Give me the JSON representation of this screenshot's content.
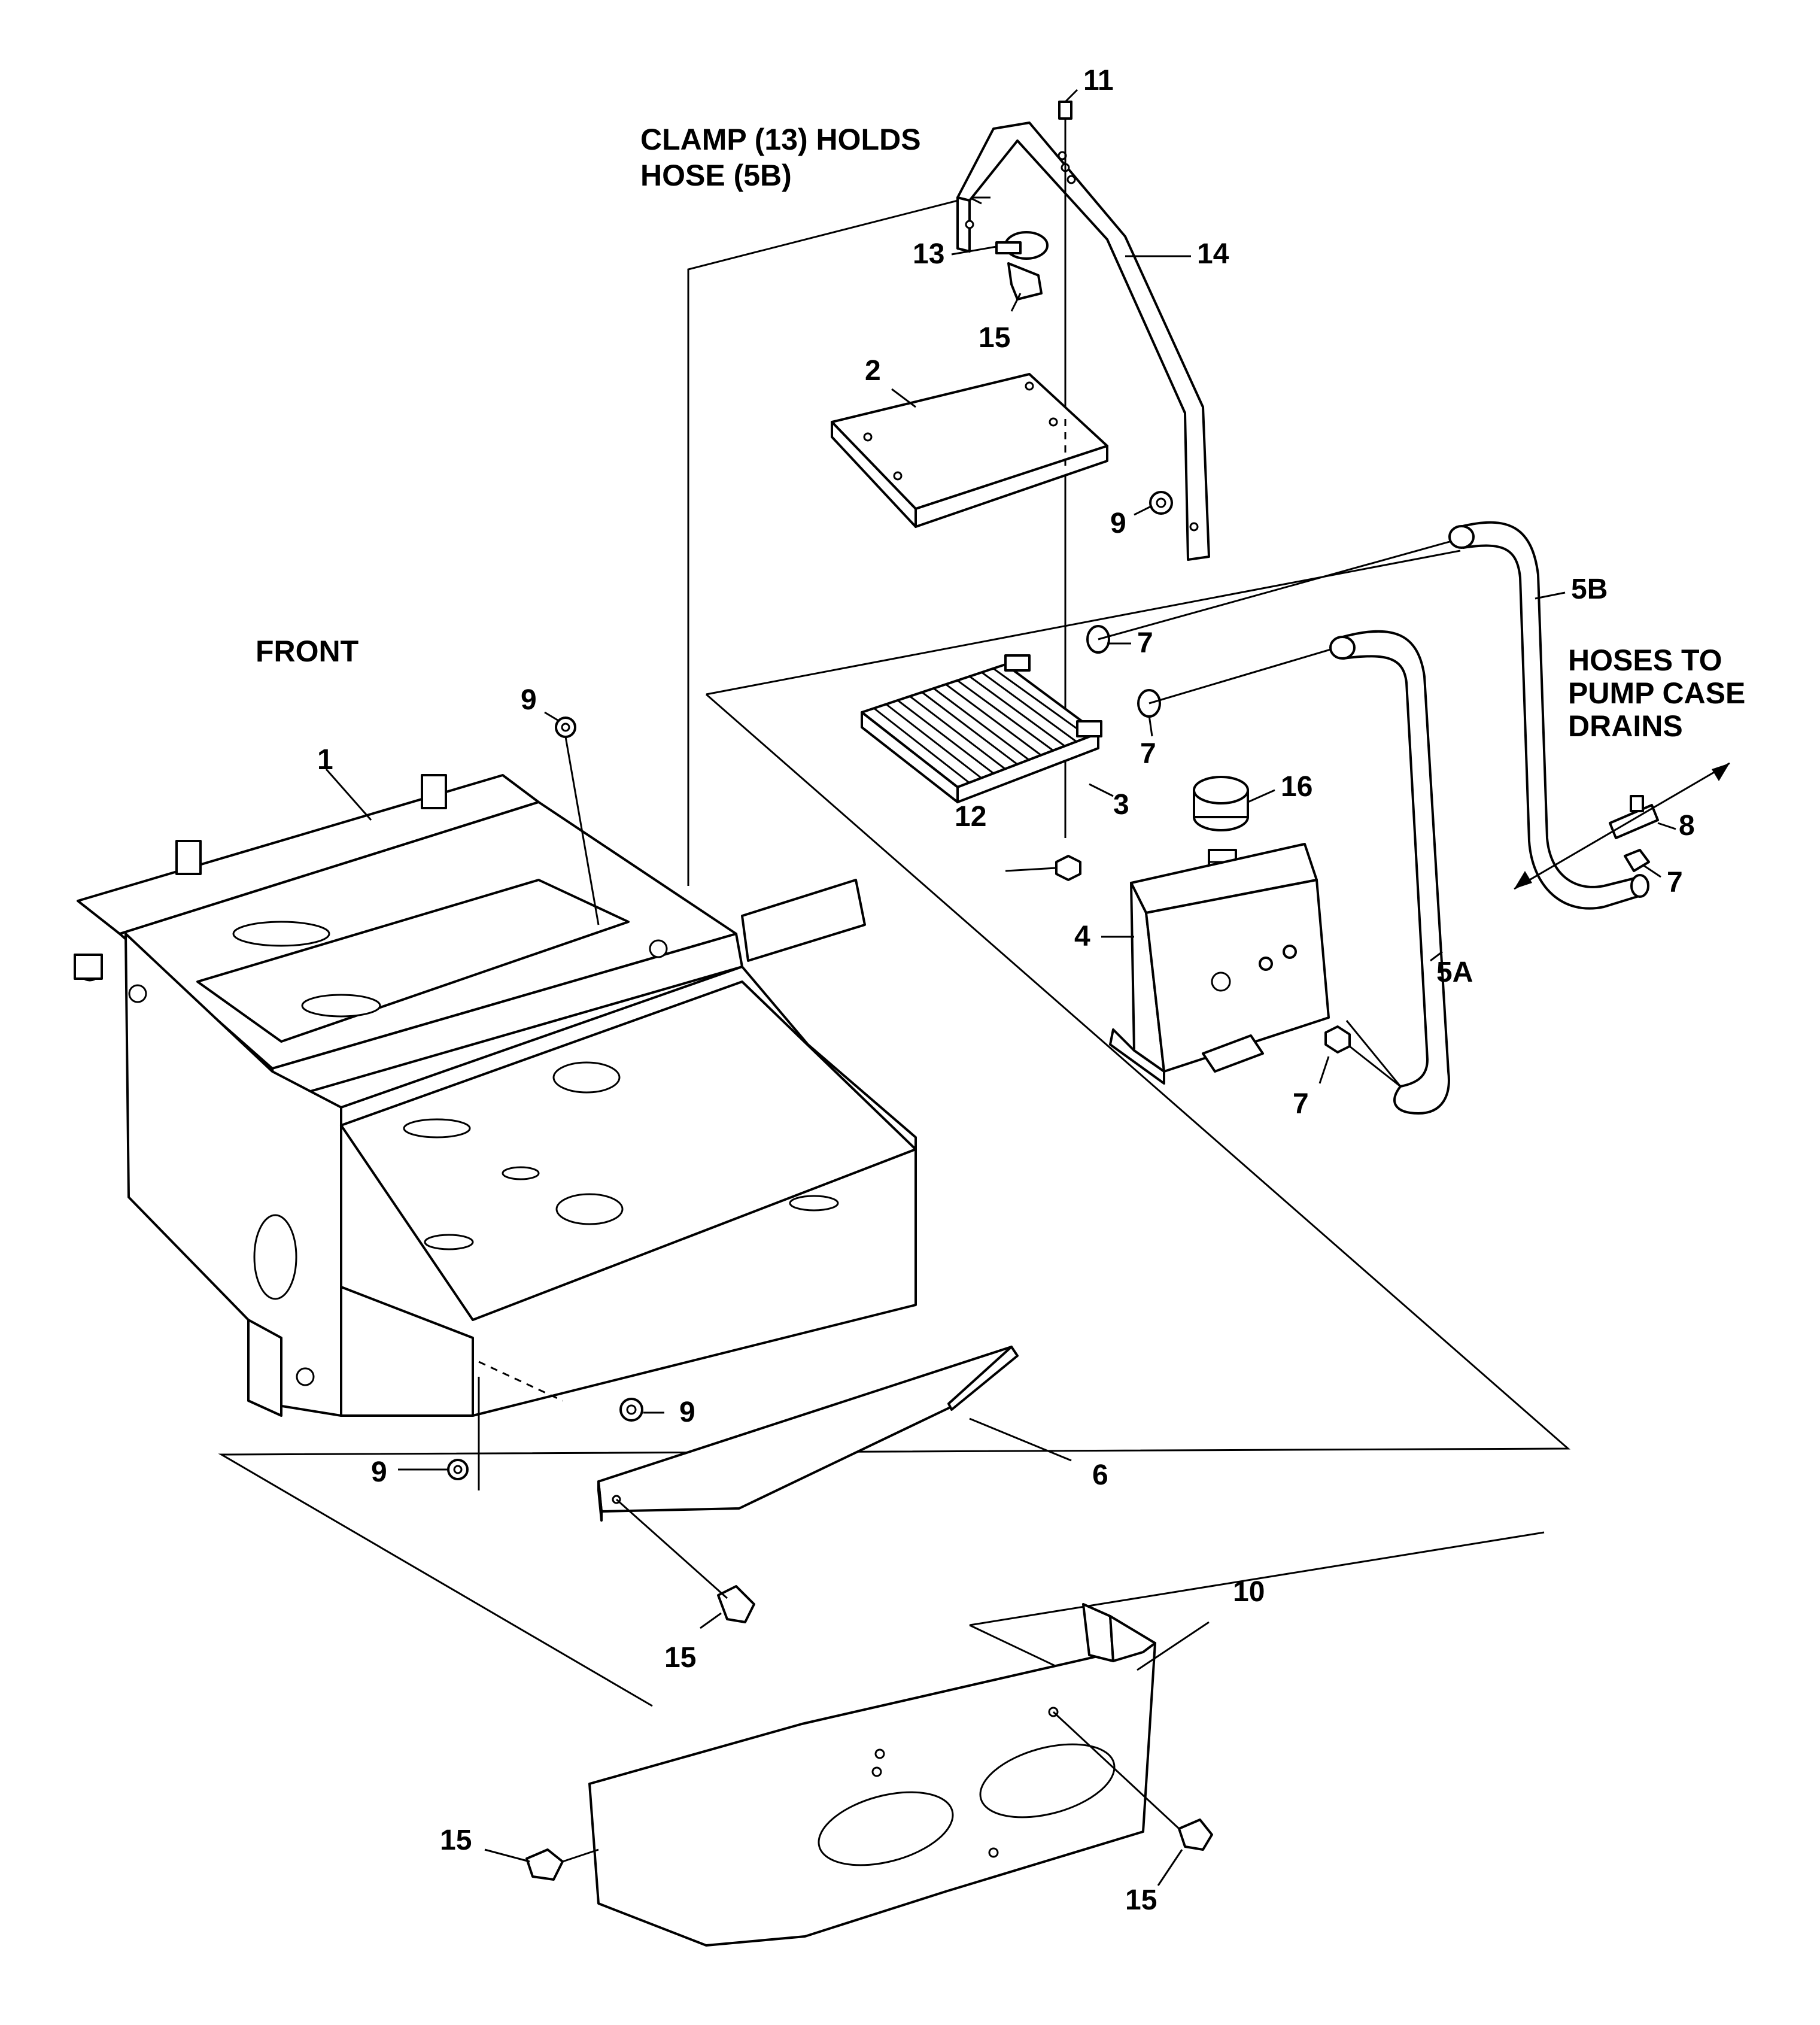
{
  "notes": {
    "front": "FRONT",
    "clamp_line1": "CLAMP (13) HOLDS",
    "clamp_line2": "HOSE (5B)",
    "hoses_line1": "HOSES TO",
    "hoses_line2": "PUMP CASE",
    "hoses_line3": "DRAINS"
  },
  "callouts": {
    "c1": "1",
    "c2": "2",
    "c3": "3",
    "c4": "4",
    "c5a": "5A",
    "c5b": "5B",
    "c6": "6",
    "c7a": "7",
    "c7b": "7",
    "c7c": "7",
    "c7d": "7",
    "c8": "8",
    "c9a": "9",
    "c9b": "9",
    "c9c": "9",
    "c9d": "9",
    "c10": "10",
    "c11": "11",
    "c12": "12",
    "c13": "13",
    "c14": "14",
    "c15a": "15",
    "c15b": "15",
    "c15c": "15",
    "c15d": "15",
    "c16": "16"
  }
}
